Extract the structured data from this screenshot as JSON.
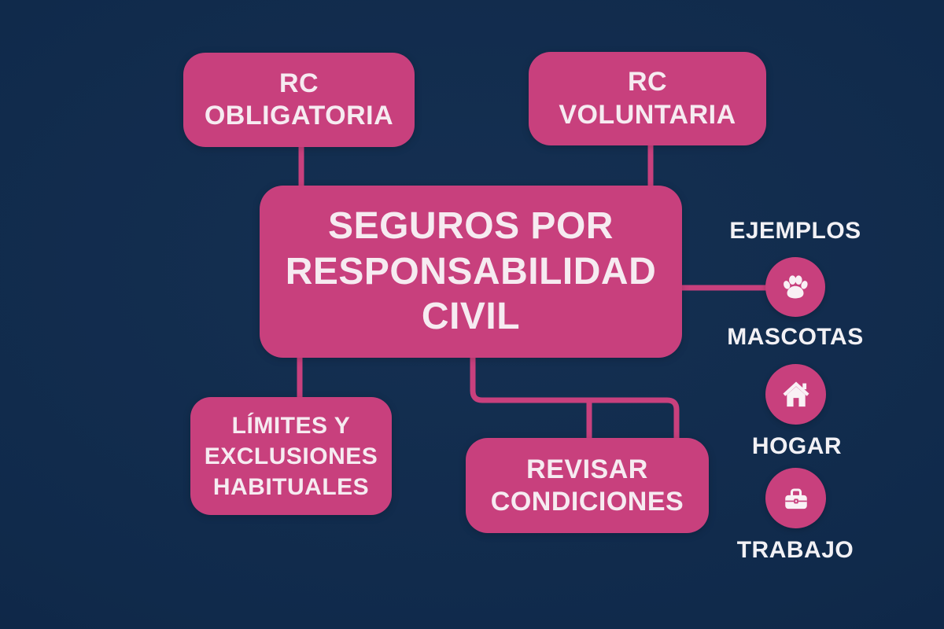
{
  "title": "SEGUROS POR RESPONSABILIDAD CIVIL",
  "nodes": {
    "center": {
      "label": "SEGUROS POR RESPONSABILIDAD CIVIL"
    },
    "top_left": {
      "label": "RC OBLIGATORIA"
    },
    "top_right": {
      "label": "RC VOLUNTARIA"
    },
    "bottom_left": {
      "label": "LÍMITES Y EXCLUSIONES HABITUALES"
    },
    "bottom_center": {
      "label": "REVISAR CONDICIONES"
    }
  },
  "examples": {
    "heading": "EJEMPLOS",
    "items": [
      {
        "label": "MASCOTAS",
        "icon": "paw-icon"
      },
      {
        "label": "HOGAR",
        "icon": "house-icon"
      },
      {
        "label": "TRABAJO",
        "icon": "toolbox-icon"
      }
    ]
  },
  "colors": {
    "background": "#102A4B",
    "node_fill": "#C8407D",
    "node_text": "#F6EBF1",
    "side_label_text": "#F2F1F5",
    "connector": "#C8407D"
  }
}
